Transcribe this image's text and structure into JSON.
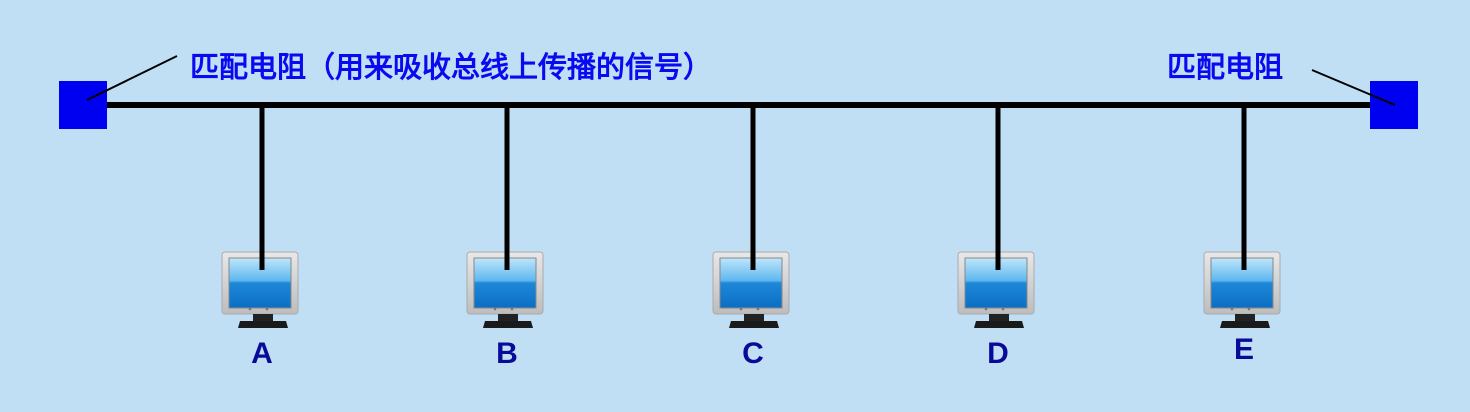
{
  "labels": {
    "left": "匹配电阻（用来吸收总线上传播的信号）",
    "right": "匹配电阻"
  },
  "nodes": [
    "A",
    "B",
    "C",
    "D",
    "E"
  ],
  "colors": {
    "terminator": "#0000f0",
    "bus": "#000000",
    "text": "#0a0af0",
    "node_text": "#0a0a99"
  }
}
